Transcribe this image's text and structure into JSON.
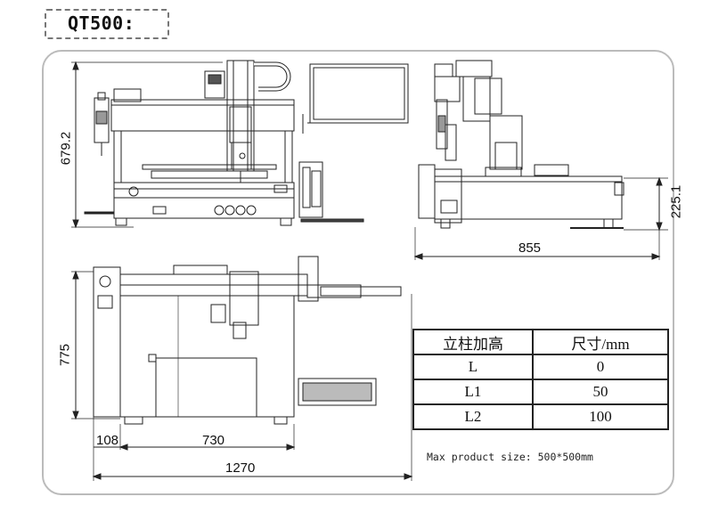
{
  "title": "QT500:",
  "dimensions": {
    "front_height": "679.2",
    "side_height": "225.1",
    "side_width": "855",
    "top_depth": "775",
    "top_left_offset": "108",
    "top_inner_width": "730",
    "top_total_width": "1270"
  },
  "spec_table": {
    "headers": [
      "立柱加高",
      "尺寸/mm"
    ],
    "rows": [
      {
        "label": "L",
        "value": "0"
      },
      {
        "label": "L1",
        "value": "50"
      },
      {
        "label": "L2",
        "value": "100"
      }
    ]
  },
  "note": "Max product size: 500*500mm"
}
